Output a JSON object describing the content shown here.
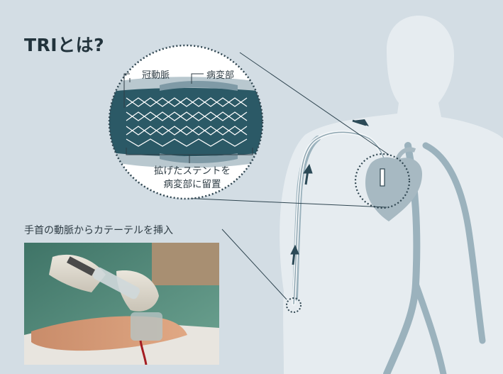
{
  "title": "TRIとは?",
  "labels": {
    "coronary_artery": "冠動脈",
    "lesion": "病変部",
    "stent_line1": "拡げたステントを",
    "stent_line2": "病変部に留置",
    "wrist": "手首の動脈からカテーテルを挿入"
  },
  "colors": {
    "background": "#d3dde4",
    "silhouette": "#e6ecf0",
    "artery_dark": "#2b5966",
    "vessel_light": "#9bb2bd",
    "catheter": "#8ea5b0",
    "title_text": "#22333c"
  },
  "icons": [
    "magnify-circle",
    "heart-icon",
    "arrow-icon",
    "wrist-marker-icon",
    "stent-mesh-icon"
  ]
}
